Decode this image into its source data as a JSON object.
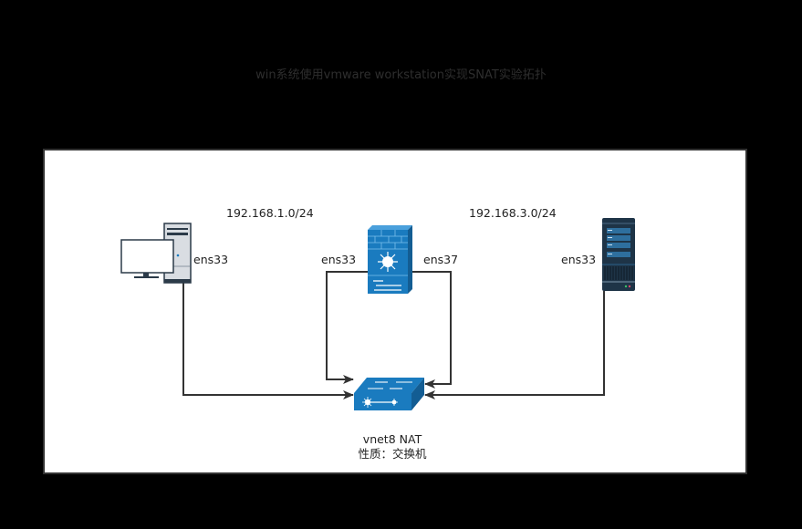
{
  "title": "win系统使用vmware workstation实现SNAT实验拓扑",
  "subnets": {
    "left": "192.168.1.0/24",
    "right": "192.168.3.0/24"
  },
  "nodes": {
    "client": {
      "icon": "desktop-pc-icon",
      "interface": "ens33"
    },
    "firewall": {
      "icon": "firewall-router-icon",
      "interface_left": "ens33",
      "interface_right": "ens37"
    },
    "server": {
      "icon": "server-tower-icon",
      "interface": "ens33"
    },
    "switch": {
      "icon": "network-switch-icon",
      "name": "vnet8 NAT",
      "desc": "性质：交换机"
    }
  },
  "colors": {
    "device_blue": "#1a7bbf",
    "server_dark": "#1e3447",
    "line": "#333333",
    "frame_border": "#333333"
  }
}
